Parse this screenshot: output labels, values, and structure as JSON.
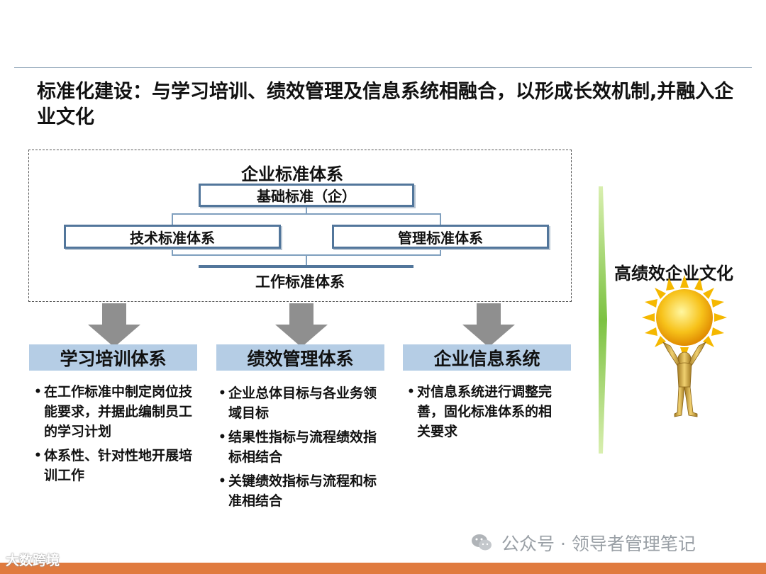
{
  "title": "标准化建设：与学习培训、绩效管理及信息系统相融合，以形成长效机制,并融入企业文化",
  "standard_system": {
    "title": "企业标准体系",
    "basic": "基础标准（企）",
    "technical": "技术标准体系",
    "management": "管理标准体系",
    "work": "工作标准体系"
  },
  "systems": [
    {
      "name": "学习培训体系",
      "bullets": [
        "在工作标准中制定岗位技能要求，并据此编制员工的学习计划",
        "体系性、针对性地开展培训工作"
      ]
    },
    {
      "name": "绩效管理体系",
      "bullets": [
        "企业总体目标与各业务领域目标",
        "结果性指标与流程绩效指标相结合",
        "关键绩效指标与流程和标准相结合"
      ]
    },
    {
      "name": "企业信息系统",
      "bullets": [
        "对信息系统进行调整完 善，固化标准体系的相 关要求"
      ]
    }
  ],
  "culture": "高绩效企业文化",
  "watermark": "公众号 · 领导者管理笔记",
  "logo_text": "大数跨境",
  "icons": [
    "down-arrow-icon",
    "sun-icon",
    "person-holding-sun-icon",
    "wechat-icon",
    "bullet-dot-icon"
  ],
  "colors": {
    "box_border": "#52769b",
    "system_header": "#b5cde5",
    "arrow": "#8f8f8f",
    "green_bar": "#8cc63f",
    "footer": "#e07b3f"
  }
}
